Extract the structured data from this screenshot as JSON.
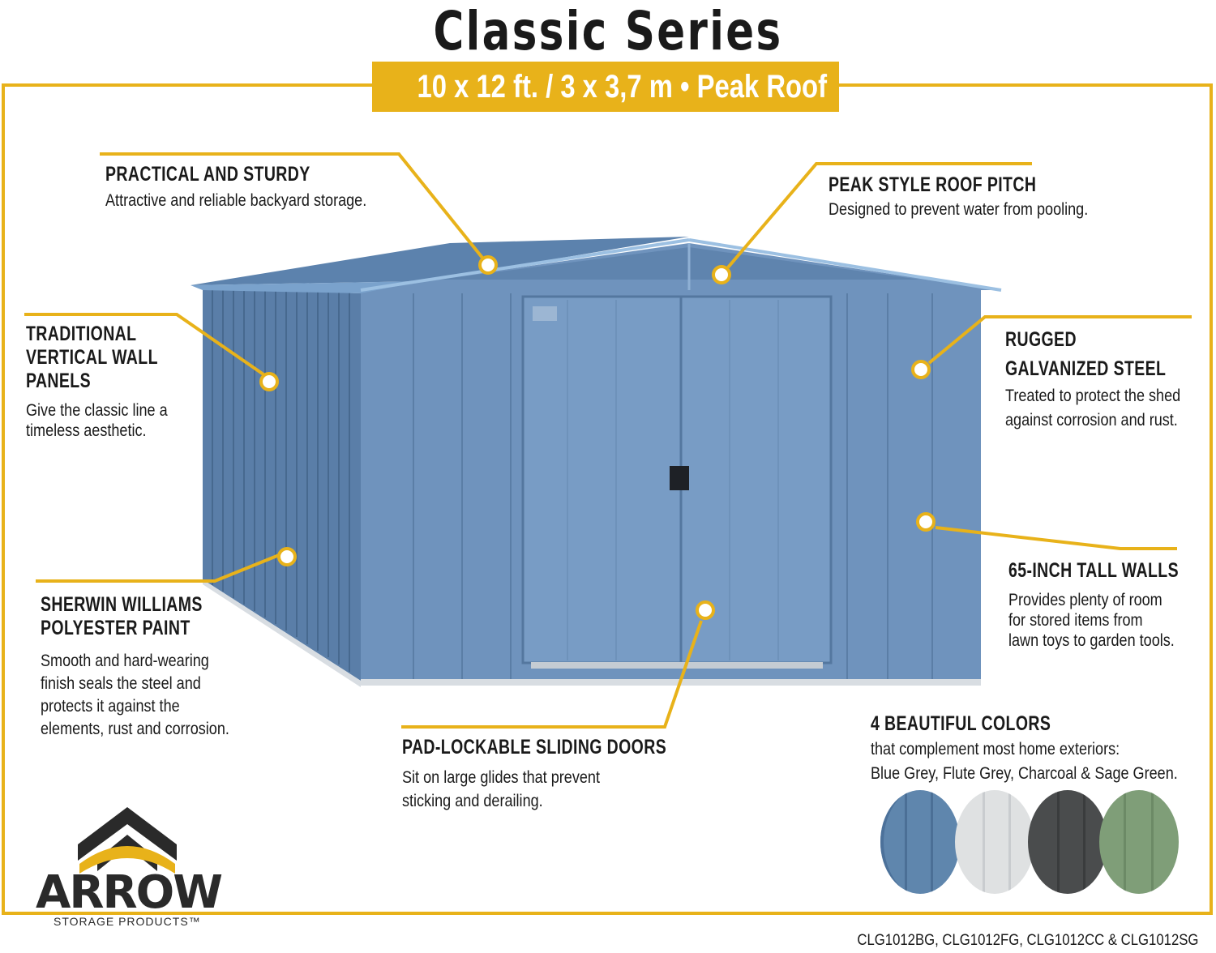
{
  "header": {
    "title": "Classic Series",
    "banner": "10 x 12 ft. / 3 x 3,7 m  •  Peak Roof"
  },
  "features": {
    "practical": {
      "heading": "PRACTICAL AND STURDY",
      "desc": "Attractive and reliable backyard storage."
    },
    "peak": {
      "heading": "PEAK STYLE ROOF PITCH",
      "desc": "Designed to prevent water from pooling."
    },
    "walls": {
      "heading_1": "TRADITIONAL",
      "heading_2": "VERTICAL WALL",
      "heading_3": "PANELS",
      "desc_1": "Give the classic line a",
      "desc_2": "timeless aesthetic."
    },
    "steel": {
      "heading_1": "RUGGED",
      "heading_2": "GALVANIZED STEEL",
      "desc_1": "Treated to protect the shed",
      "desc_2": "against corrosion and rust."
    },
    "paint": {
      "heading_1": "SHERWIN WILLIAMS",
      "heading_2": "POLYESTER PAINT",
      "desc_1": "Smooth and hard-wearing",
      "desc_2": "finish seals the steel and",
      "desc_3": "protects it against the",
      "desc_4": "elements, rust and corrosion."
    },
    "tall": {
      "heading": "65-INCH TALL WALLS",
      "desc_1": "Provides plenty of room",
      "desc_2": "for stored items from",
      "desc_3": "lawn toys to garden tools."
    },
    "doors": {
      "heading": "PAD-LOCKABLE SLIDING DOORS",
      "desc_1": "Sit on large glides that prevent",
      "desc_2": "sticking and derailing."
    },
    "colors": {
      "heading": "4 BEAUTIFUL COLORS",
      "desc_1": "that complement most home exteriors:",
      "desc_2": "Blue Grey, Flute Grey, Charcoal & Sage Green."
    }
  },
  "swatches": [
    {
      "name": "Blue Grey",
      "color": "#5f86ad"
    },
    {
      "name": "Flute Grey",
      "color": "#dfe1e2"
    },
    {
      "name": "Charcoal",
      "color": "#4a4c4d"
    },
    {
      "name": "Sage Green",
      "color": "#7f9e78"
    }
  ],
  "logo": {
    "word": "ARROW",
    "sub": "STORAGE PRODUCTS™"
  },
  "models": "CLG1012BG, CLG1012FG, CLG1012CC & CLG1012SG",
  "colors": {
    "accent": "#e8b21a",
    "shed": "#6f93bd"
  }
}
